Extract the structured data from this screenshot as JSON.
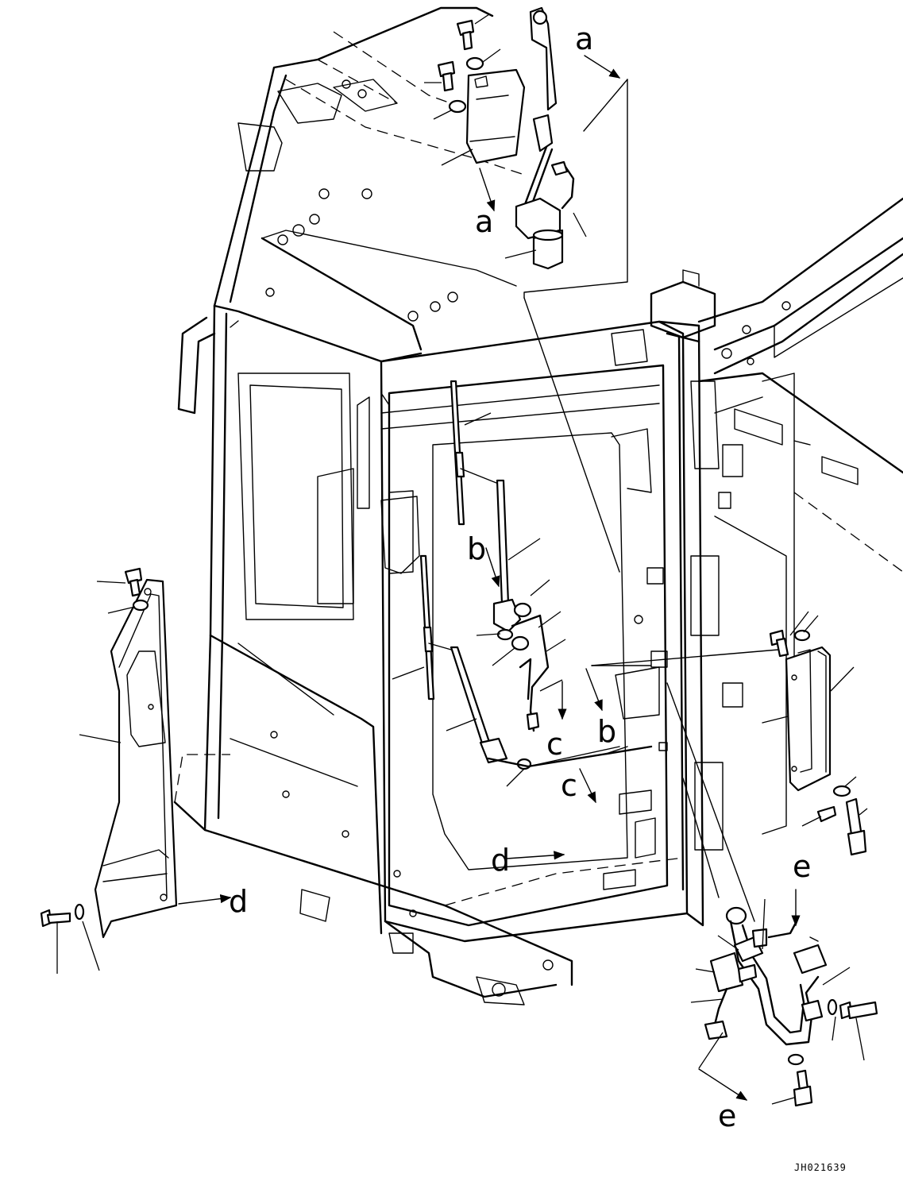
{
  "drawing": {
    "code": "JH021639",
    "callouts": [
      {
        "id": "a-top",
        "text": "a"
      },
      {
        "id": "a-mid",
        "text": "a"
      },
      {
        "id": "b-left",
        "text": "b"
      },
      {
        "id": "b-right",
        "text": "b"
      },
      {
        "id": "c-top",
        "text": "c"
      },
      {
        "id": "c-bottom",
        "text": "c"
      },
      {
        "id": "d-mid",
        "text": "d"
      },
      {
        "id": "d-right",
        "text": "d"
      },
      {
        "id": "e-mid",
        "text": "e"
      },
      {
        "id": "e-left",
        "text": "e"
      }
    ]
  }
}
